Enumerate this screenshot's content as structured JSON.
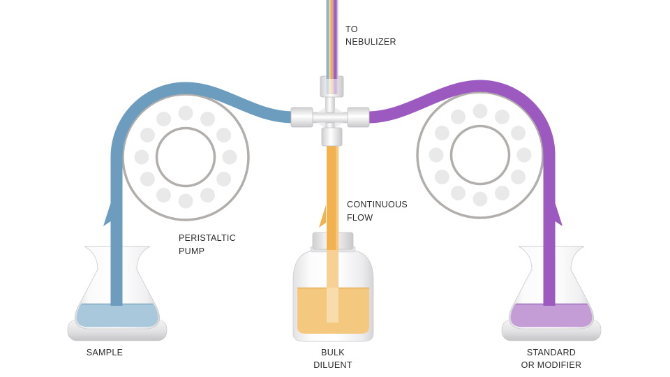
{
  "labels": {
    "to_nebulizer_line1": "TO",
    "to_nebulizer_line2": "NEBULIZER",
    "continuous_flow_line1": "CONTINUOUS",
    "continuous_flow_line2": "FLOW",
    "peristaltic_pump_line1": "PERISTALTIC",
    "peristaltic_pump_line2": "PUMP",
    "sample": "SAMPLE",
    "bulk_diluent_line1": "BULK",
    "bulk_diluent_line2": "DILUENT",
    "standard_line1": "STANDARD",
    "standard_line2": "OR MODIFIER"
  },
  "colors": {
    "text": "#2b2a29",
    "sample_tube": "#6d9dbe",
    "sample_liquid": "#a9c8dc",
    "sample_liquid_edge": "#8fb3c9",
    "standard_tube": "#9c59bf",
    "standard_liquid": "#c49dd6",
    "standard_liquid_edge": "#a981c4",
    "diluent_tube": "#f3b250",
    "diluent_tube_shaded": "#f6d095",
    "diluent_tube_in_liquid": "#f9dcab",
    "diluent_liquid": "#f4c87e",
    "diluent_liquid_edge": "#e8b061",
    "pump_ring": "#b1aeac",
    "pump_roller": "#e9e9e9"
  },
  "pumps": {
    "roller_count": 12
  },
  "nebulizer_tube": {
    "stripes": [
      {
        "color": "#8fb3cf",
        "w": 4
      },
      {
        "color": "#f2d9a0",
        "w": 2
      },
      {
        "color": "#f0ab4e",
        "w": 3.5
      },
      {
        "color": "#b98fd4",
        "w": 1.5
      },
      {
        "color": "#9a5fc0",
        "w": 4
      },
      {
        "color": "#cdb9dc",
        "w": 2
      }
    ]
  }
}
